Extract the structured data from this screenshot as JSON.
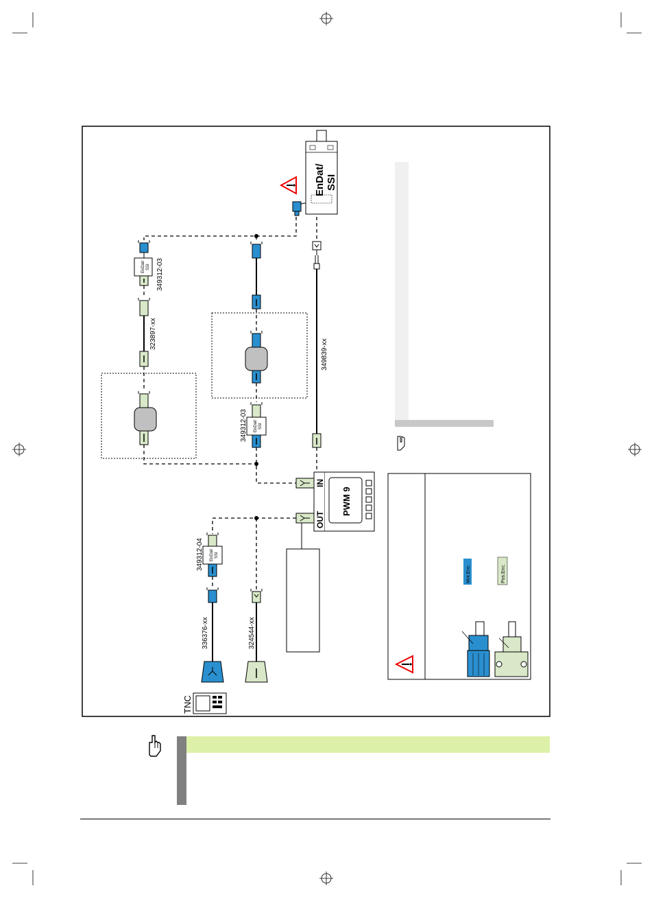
{
  "diagram": {
    "encoder": {
      "title_line1": "EnDat/",
      "title_line2": "SSI"
    },
    "cables": {
      "c1": "349312-03",
      "c2": "323897-xx",
      "c3": "349312-03",
      "c4": "349839-xx",
      "c5": "349312-04",
      "c6": "336376-xx",
      "c7": "324544-xx"
    },
    "adapter_box_small": {
      "line1": "EnDat/",
      "line2": "SSI"
    },
    "pwm": {
      "name": "PWM 9",
      "in_label": "IN",
      "out_label": "OUT"
    },
    "tnc": {
      "label": "TNC"
    },
    "legend": {
      "mot_enc": "Mot.Enc.",
      "pos_enc": "Pos.Enc."
    }
  },
  "note": {
    "text": ""
  }
}
